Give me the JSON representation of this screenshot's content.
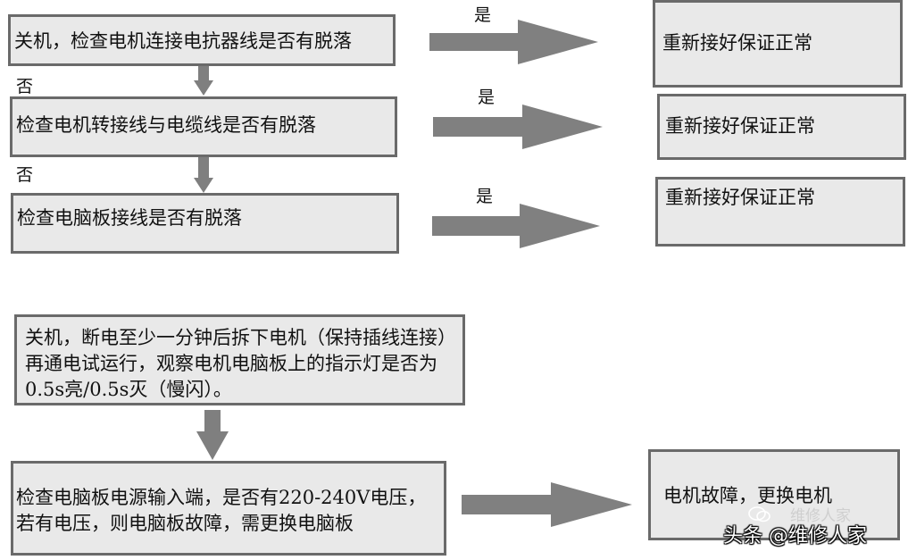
{
  "flow_top": {
    "step1": "关机，检查电机连接电抗器线是否有脱落",
    "step2": "检查电机转接线与电缆线是否有脱落",
    "step3": "检查电脑板接线是否有脱落",
    "no_label_1": "否",
    "no_label_2": "否",
    "yes_label_1": "是",
    "yes_label_2": "是",
    "yes_label_3": "是",
    "result1": "重新接好保证正常",
    "result2": "重新接好保证正常",
    "result3": "重新接好保证正常"
  },
  "flow_bottom": {
    "step1": "关机，断电至少一分钟后拆下电机（保持插线连接）再通电试运行，观察电机电脑板上的指示灯是否为0.5s亮/0.5s灭（慢闪）。",
    "step2_line1": "检查电脑板电源输入端，是否有220-240V电压，",
    "step2_line2": "若有电压，则电脑板故障，需更换电脑板",
    "result": "电机故障，更换电机"
  },
  "watermark": {
    "text": "头条 @维修人家",
    "ghost_text": "维修人家"
  },
  "colors": {
    "box_fill": "#e9e9e9",
    "box_border": "#6a6a6a",
    "arrow": "#808080"
  }
}
